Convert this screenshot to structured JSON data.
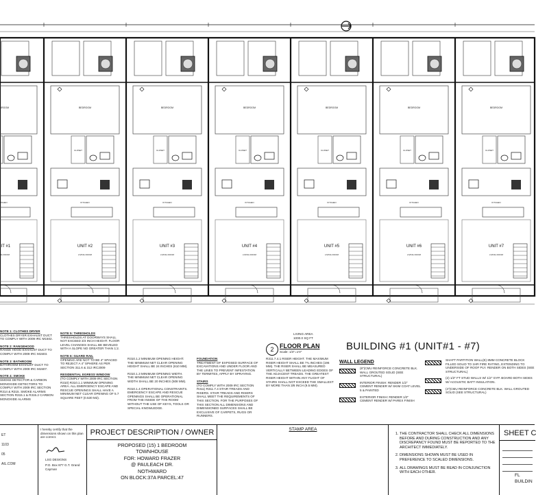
{
  "units": [
    "UNIT #1",
    "UNIT #2",
    "UNIT #3",
    "UNIT #4",
    "UNIT #5",
    "UNIT #6",
    "UNIT #7"
  ],
  "room_labels": {
    "bathroom": "BATH/POWDER",
    "bedroom": "BEDROOM",
    "kitchen": "KITCHEN",
    "closet": "CLOSET",
    "living": "LIVING ROOM"
  },
  "floor_plan": {
    "number": "2",
    "title": "FLOOR PLAN",
    "scale": "Scale: 1/4\"=1'0\"",
    "living_area": "LIVING AREA",
    "living_area_value": "1000.0 SQ FT"
  },
  "building_title": "BUILDING #1 (UNIT#1 - #7)",
  "notes": {
    "col1": [
      {
        "head": "NOTE 1: CLOTHES DRYER",
        "text": "CLOTHES DRYER EXHAUST DUCT TO COMPLY WITH 2009 IRC M1502."
      },
      {
        "head": "NOTE 2: RANGEHOOD",
        "text": "RANGE HOOD EXHAUST DUCT TO COMPLY WITH 2009 IRC M1503."
      },
      {
        "head": "NOTE 3: BATHROOM",
        "text": "BATHROOM EXHAUST DUCT TO COMPLY WITH 2009 IRC M1507."
      },
      {
        "head": "NOTE 4: SMOKE",
        "text": "SMOKE DETECTOR & CARBON MONOXIDE DETECTORS TO COMPLY WITH 2009 IRC SECTION R314 & R315. SMOKE ALARMS SECTION R315.1 & R315.2 CARBON MONOXIDE ALARMS"
      }
    ],
    "col2": [
      {
        "head": "NOTE 5: THRESHOLDS",
        "text": "THRESHOLDS AT DOORWAYS SHALL NOT EXCEED 3/4 INCH HEIGHT. FLOOR LEVEL CHANGES SHALL BE BEVELED WITH A SLOPE NO GREATER THAN 1:2."
      },
      {
        "head": "NOTE 6: GUARD RAIL",
        "text": "OPENING ARE NOT TO BE 4\" SPACED TO REJECT A 4\" SPHERE AS PER SECTION 311.6 & 312 IRC2009"
      },
      {
        "head": "RESIDENTIAL EGRESS WINDOW",
        "text": "(to comply with 2009 IRC section R310) R310.1.1 MINIMUM OPENING AREA. ALL EMERGENCY ESCAPE AND RESCUE OPENINGS SHALL HAVE A MINIMUM NET CLEAR OPENING OF 5.7 SQUARE FEET (0.530 M2)."
      }
    ],
    "col3": [
      {
        "head": "",
        "text": "R310.1.2 MINIMUM OPENING HEIGHT. THE MINIMUM NET CLEAR OPENING HEIGHT SHALL BE 24 INCHES (610 MM)."
      },
      {
        "head": "",
        "text": "R310.1.3 MINIMUM OPENING WIDTH. THE MINIMUM NET CLEAR OPENING WIDTH SHALL BE 20 INCHES (508 MM)."
      },
      {
        "head": "",
        "text": "R310.1.4 OPERATIONAL CONSTRAINTS. EMERGENCY ESCAPE AND RESCUE OPENINGS SHALL BE OPERATIONAL FROM THE INSIDE OF THE ROOM WITHOUT THE USE OF KEYS, TOOLS OR SPECIAL KNOWLEDGE."
      }
    ],
    "col4": [
      {
        "head": "FOUNDATION",
        "text": "TREATMENT OF EXPOSED SURFACE OF EXCAVATIONS AND UNDER FLOOR AND THE LINES TO PREVENT INFESTATION BY TERMITES, APPLY BY SPRAYING."
      },
      {
        "head": "STAIRS",
        "text": "(to comply with 2009 IRC section R311) R311.7.4 STAIR TREADS AND RISERS. STAIR TREADS AND RISERS SHALL MEET THE REQUIREMENTS OF THIS SECTION. FOR THE PURPOSES OF THIS SECTION ALL DIMENSIONS AND DIMENSIONED SURFACES SHALL BE EXCLUSIVE OF CARPETS, RUGS OR RUNNERS."
      }
    ],
    "col5": [
      {
        "head": "",
        "text": "R311.7.4.1 RISER HEIGHT. THE MAXIMUM RISER HEIGHT SHALL BE 7¾ INCHES (196 MM). THE RISER SHALL BE MEASURED VERTICALLY BETWEEN LEADING EDGES OF THE ADJACENT TREADS. THE GREATEST RISER HEIGHT WITHIN ANY FLIGHT OF STAIRS SHALL NOT EXCEED THE SMALLEST BY MORE THAN 3/8 INCH (9.5 MM)."
      }
    ]
  },
  "wall_legend": {
    "title": "WALL LEGEND",
    "items": [
      "(8\")CMU REINFORCE CONCRETE BLK. WALL GROUTED SOLID (SEE STRUCTURAL)",
      "INTERIOR FINISH: RENDER 1/2\" CEMENT RENDER W/ SKIM COAT LEVEL 5 & PAINTED",
      "EXTERIOR FINISH: RENDER 1/2\" CEMENT RENDER W/ PAREX FINISH"
    ],
    "items2": [
      "SHAFT PARTITION WALL(E) 8MM CONCRETE BLOCK FILLED SOLID TO 1HR FIRE RATING, EXTENDING TO UNDERSIDE OF ROOF PLY. RENDER ON BOTH SIDES (SEE STRUCTURAL)",
      "(2) 1/2\" FT STUD WALLS W/ 1/2\" GYP. BOARD BOTH SIDES W/ ACOUSTIC BATT INSULATION.",
      "(4\")CMU REINFORCE CONCRETE BLK. WALL GROUTED SOLID (SEE STRUCTURAL)"
    ]
  },
  "title_block": {
    "company_lines": [
      "ET",
      "1103",
      "05",
      "AIL.COM"
    ],
    "certify": "I hereby certify that the dimensions shown on this plan are correct.",
    "designer": "LSG DESIGNS",
    "po_box": "P.O. Box 877 G.T. Grand Cayman",
    "project_heading": "PROJECT DESCRIPTION / OWNER",
    "project_lines": [
      "PROPOSED (15) 1 BEDROOM",
      "TOWNHOUSE",
      "FOR: HOWARD FRAZER",
      "@ PAULEACH DR.",
      "NOTHWARD",
      "ON BLOCK:37A PARCEL:47"
    ],
    "stamp_area": "STAMP AREA",
    "general_notes": [
      "THE CONTRACTOR SHALL CHECK ALL DIMENSIONS BEFORE AND DURING CONSTRUCTION AND ANY DISCREPANCY FOUND MUST BE REPORTED TO THE ARCHITECT IMMEDIATELY.",
      "DIMENSIONS SHOWN MUST BE USED IN PREFERENCE TO SCALED DIMENSIONS.",
      "ALL DRAWINGS MUST BE READ IN CONJUNCTION WITH EACH OTHER."
    ],
    "sheet_heading": "SHEET C",
    "sheet_label": "FL",
    "sheet_sub": "BUILDIN"
  }
}
